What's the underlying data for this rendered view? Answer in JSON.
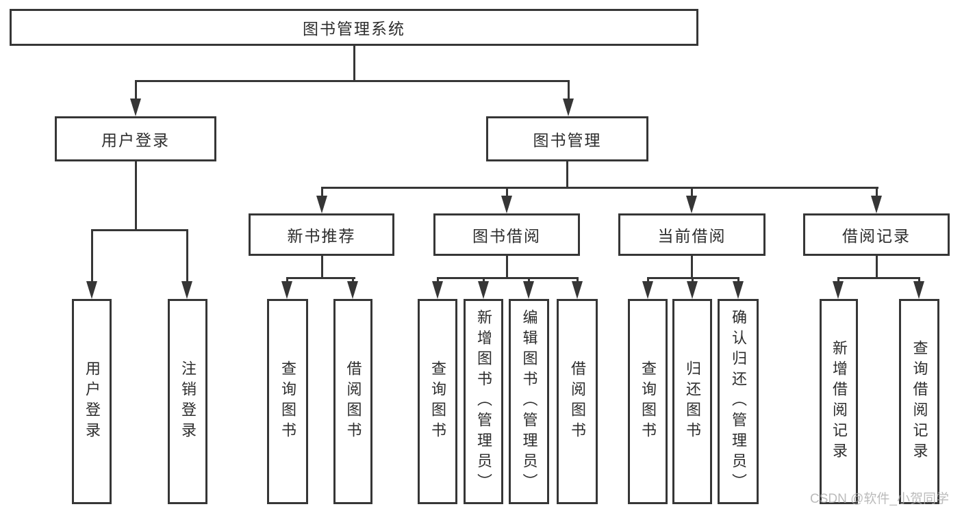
{
  "diagram": {
    "type": "hierarchy-tree",
    "title": "图书管理系统",
    "watermark": "CSDN @软件_小贺同学",
    "colors": {
      "line": "#363636",
      "text": "#2d2d2d",
      "background": "#ffffff",
      "watermark": "#ababab"
    },
    "nodes": {
      "root": {
        "label": "图书管理系统"
      },
      "level2": [
        {
          "label": "用户登录",
          "parent": "图书管理系统"
        },
        {
          "label": "图书管理",
          "parent": "图书管理系统"
        }
      ],
      "level3": [
        {
          "label": "新书推荐",
          "parent": "图书管理"
        },
        {
          "label": "图书借阅",
          "parent": "图书管理"
        },
        {
          "label": "当前借阅",
          "parent": "图书管理"
        },
        {
          "label": "借阅记录",
          "parent": "图书管理"
        }
      ],
      "leaves": [
        {
          "label": "用户登录",
          "parent": "用户登录"
        },
        {
          "label": "注销登录",
          "parent": "用户登录"
        },
        {
          "label": "查询图书",
          "parent": "新书推荐"
        },
        {
          "label": "借阅图书",
          "parent": "新书推荐"
        },
        {
          "label": "查询图书",
          "parent": "图书借阅"
        },
        {
          "label": "新增图书（管理员）",
          "parent": "图书借阅"
        },
        {
          "label": "编辑图书（管理员）",
          "parent": "图书借阅"
        },
        {
          "label": "借阅图书",
          "parent": "图书借阅"
        },
        {
          "label": "查询图书",
          "parent": "当前借阅"
        },
        {
          "label": "归还图书",
          "parent": "当前借阅"
        },
        {
          "label": "确认归还（管理员）",
          "parent": "当前借阅"
        },
        {
          "label": "新增借阅记录",
          "parent": "借阅记录"
        },
        {
          "label": "查询借阅记录",
          "parent": "借阅记录"
        }
      ]
    }
  }
}
